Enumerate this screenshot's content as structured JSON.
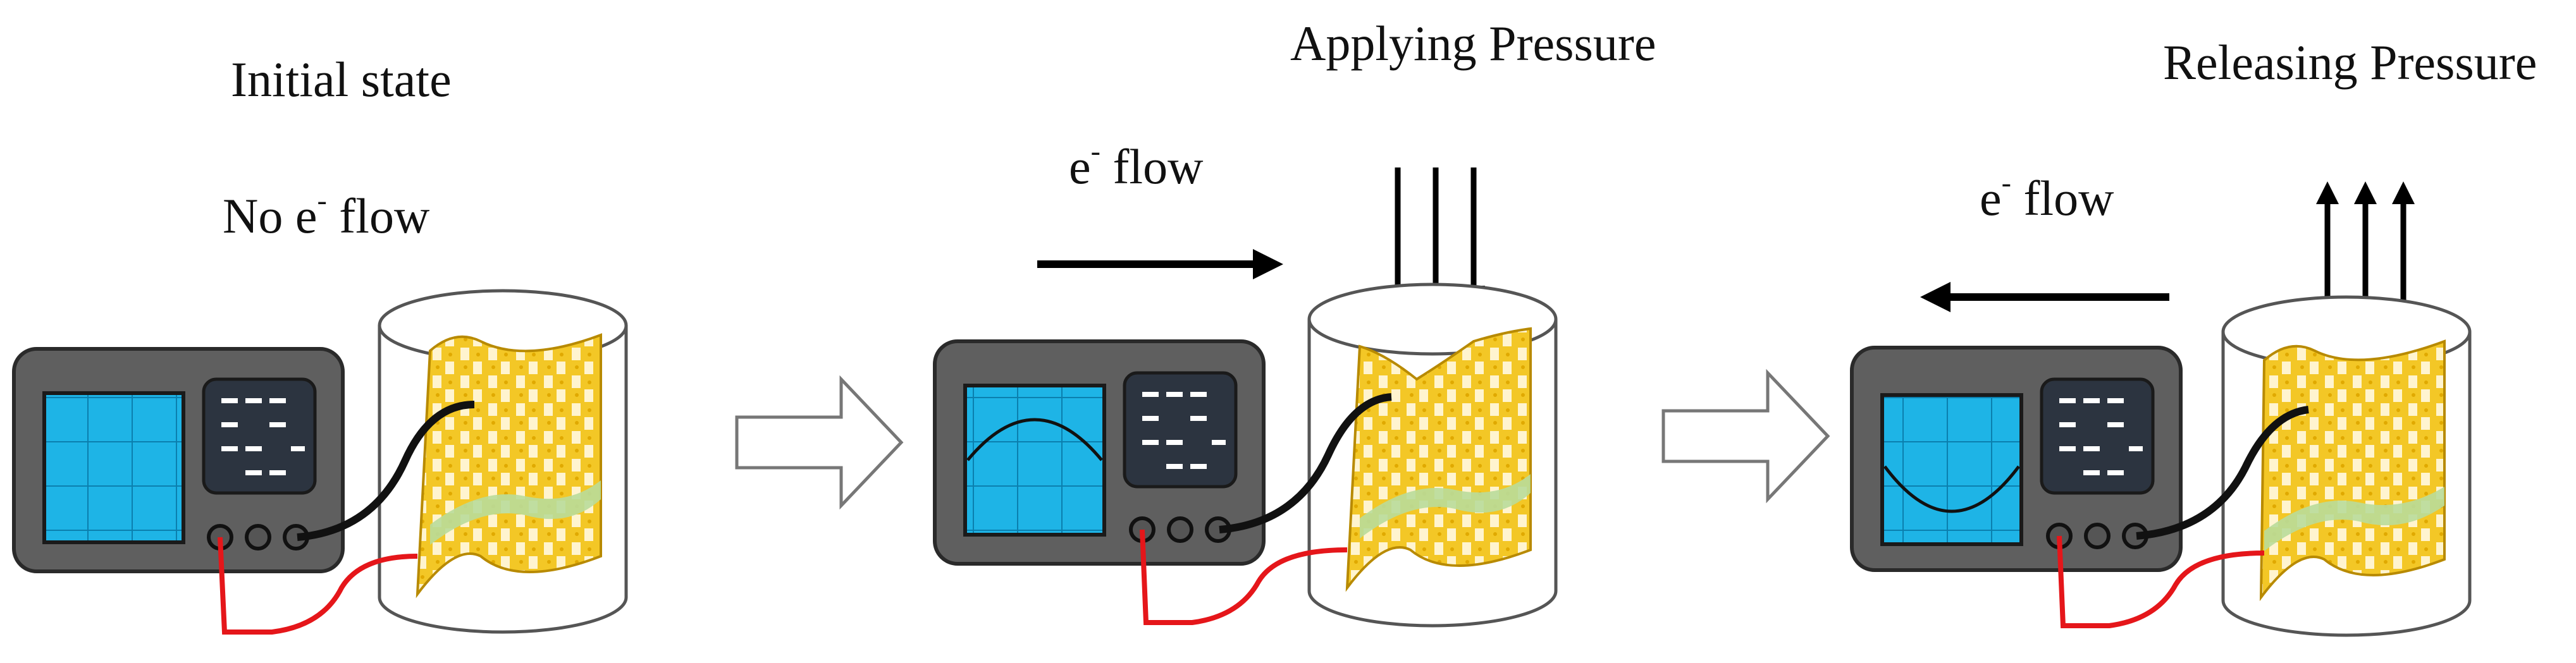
{
  "panels": [
    {
      "heading": "Initial state",
      "flow": {
        "symbol": "e",
        "superscript": "-",
        "prefix": "No ",
        "suffix": " flow"
      },
      "waveform": "none",
      "pressure": "none"
    },
    {
      "heading": "Applying Pressure",
      "flow": {
        "symbol": "e",
        "superscript": "-",
        "prefix": "",
        "suffix": " flow"
      },
      "waveform": "positive-half-sine",
      "pressure": "down",
      "electron_direction": "right"
    },
    {
      "heading": "Releasing Pressure",
      "flow": {
        "symbol": "e",
        "superscript": "-",
        "prefix": "",
        "suffix": " flow"
      },
      "waveform": "negative-half-sine",
      "pressure": "up",
      "electron_direction": "left"
    }
  ],
  "transitions": [
    "arrow-right",
    "arrow-right"
  ],
  "colors": {
    "oscilloscope_body": "#5f5f5f",
    "screen": "#1eb4e6",
    "screen_grid": "#0b7fae",
    "control_panel": "#2c3440",
    "sensor_fabric": "#f0c21e",
    "sensor_strip": "#b9dc9a",
    "lead_red": "#e5161a",
    "lead_black": "#111111"
  },
  "icons": {
    "device": "oscilloscope-icon",
    "container": "cylinder-container-icon",
    "sensor": "textile-sensor-icon"
  }
}
